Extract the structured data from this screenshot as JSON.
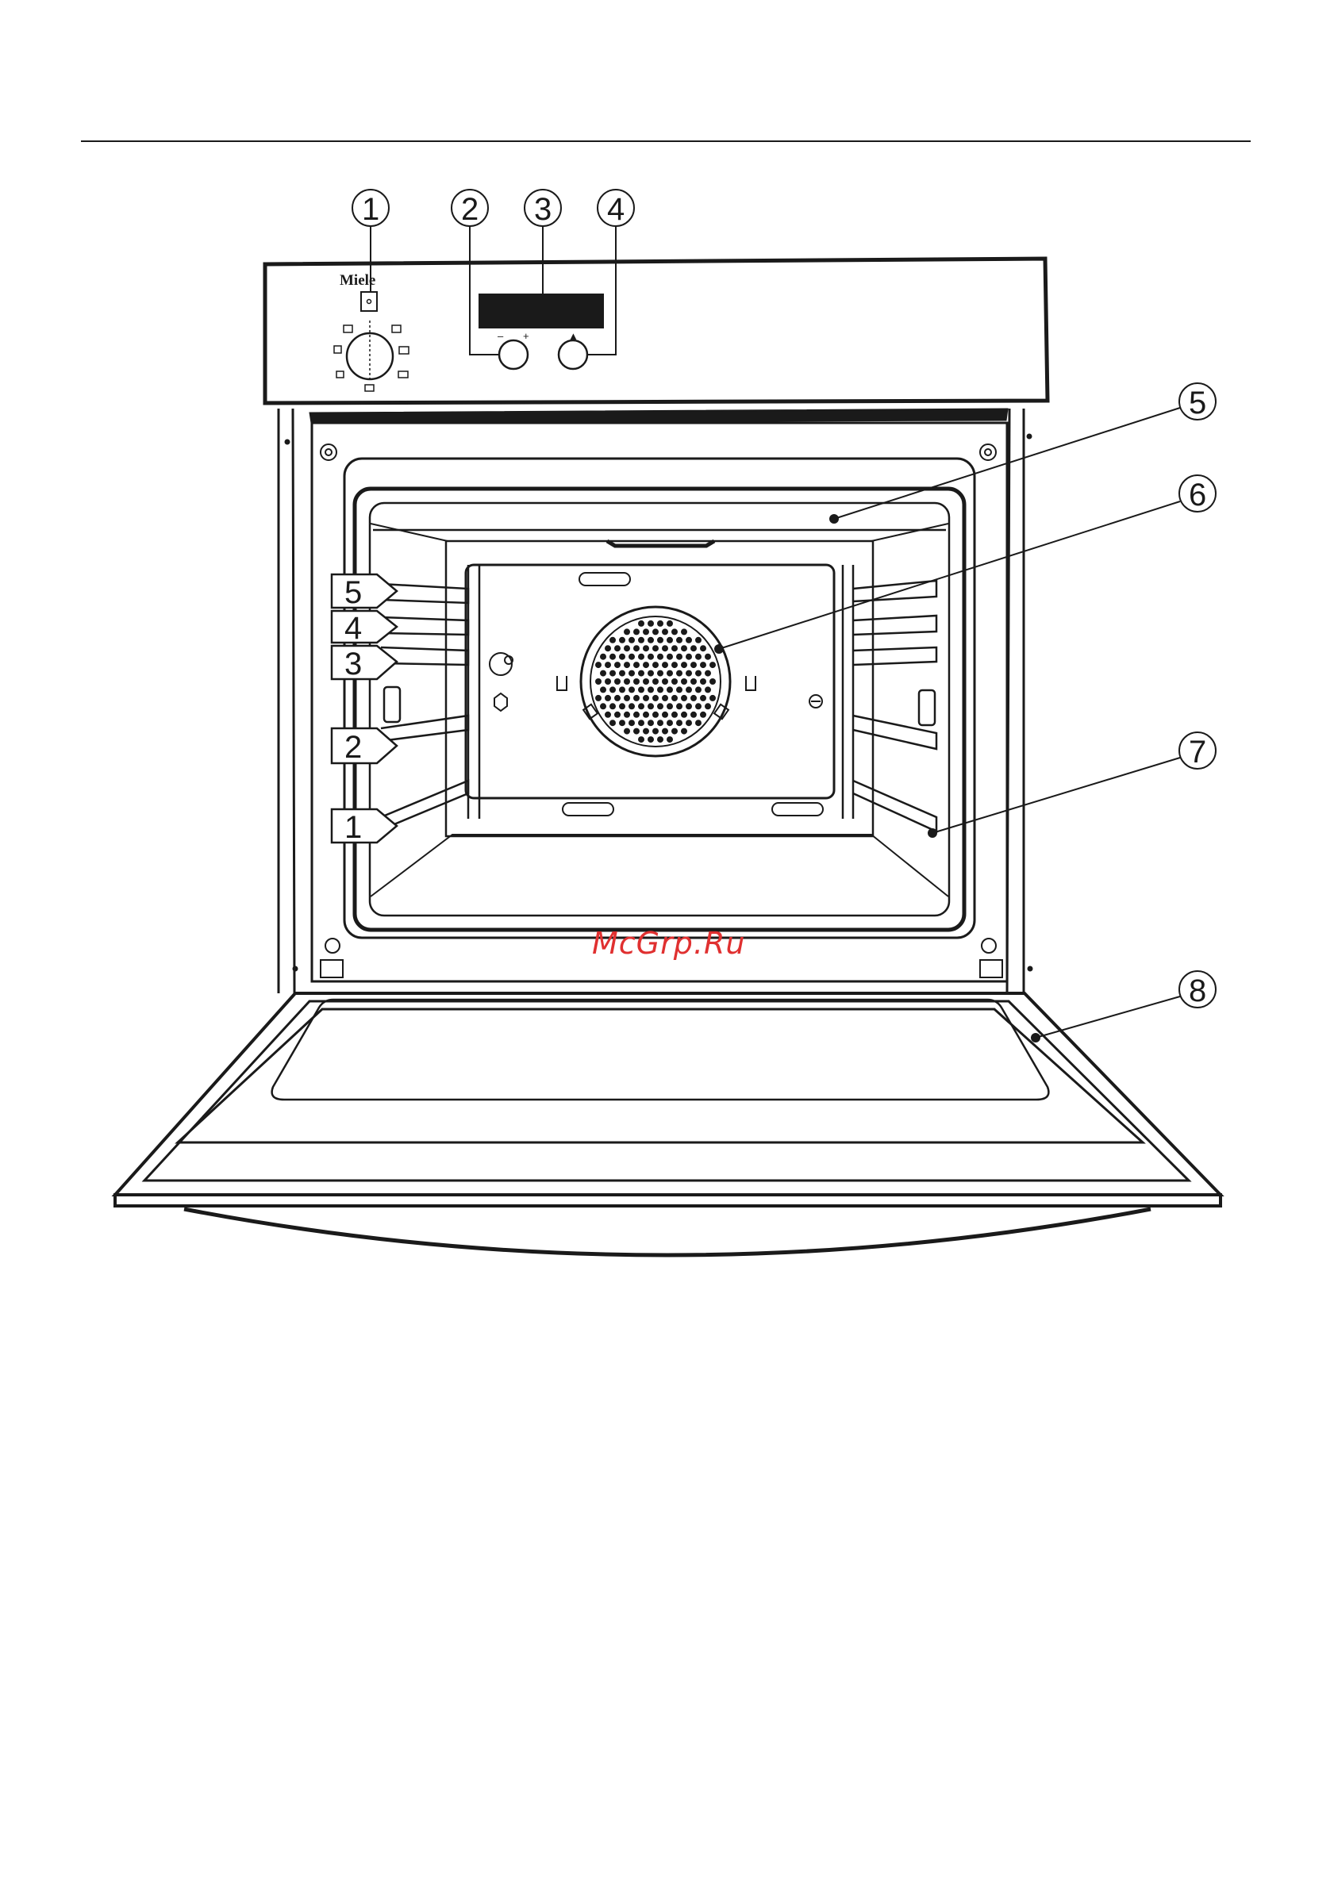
{
  "brand": "Miele",
  "watermark": "McGrp.Ru",
  "controls": {
    "minus_label": "–",
    "plus_label": "+",
    "up_label": "▲"
  },
  "callouts": [
    "1",
    "2",
    "3",
    "4",
    "5",
    "6",
    "7",
    "8"
  ],
  "shelf_levels": [
    "5",
    "4",
    "3",
    "2",
    "1"
  ],
  "colors": {
    "ink": "#1a1a1a",
    "watermark": "#e03030"
  }
}
